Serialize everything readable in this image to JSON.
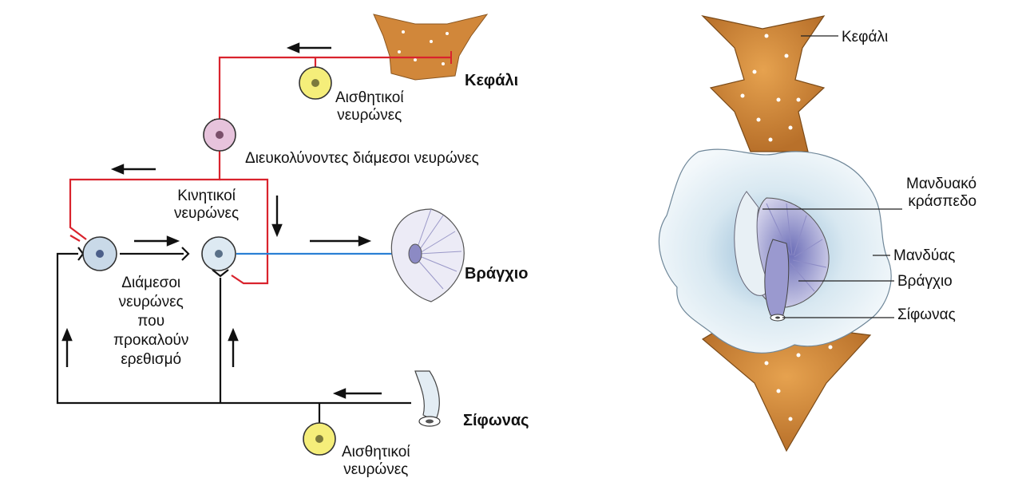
{
  "circuit": {
    "labels": {
      "head": "Κεφάλι",
      "sensory_top": "Αισθητικοί\nνευρώνες",
      "facilitating": "Διευκολύνοντες διάμεσοι νευρώνες",
      "motor": "Κινητικοί\nνευρώνες",
      "gill": "Βράγχιο",
      "interneurons": "Διάμεσοι\nνευρώνες\nπου\nπροκαλούν\nερεθισμό",
      "siphon": "Σίφωνας",
      "sensory_bottom": "Αισθητικοί\nνευρώνες"
    },
    "colors": {
      "facilitating_path": "#d9232d",
      "motor_axon": "#2a7fd4",
      "sensory_path": "#111111",
      "sensory_cell": "#f5ee7a",
      "facilitating_cell": "#e7c3dc",
      "motor_cell": "#dde9f2"
    }
  },
  "anatomy": {
    "labels": {
      "head": "Κεφάλι",
      "mantle_shelf": "Μανδυακό\nκράσπεδο",
      "mantle": "Μανδύας",
      "gill": "Βράγχιο",
      "siphon": "Σίφωνας"
    },
    "colors": {
      "body": "#d48f3c",
      "mantle": "#eaf2f6",
      "gill": "#b9b8dd"
    }
  }
}
